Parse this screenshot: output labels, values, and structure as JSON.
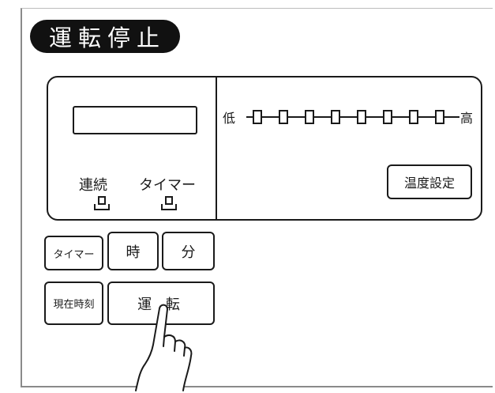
{
  "title": "運転停止",
  "panel": {
    "modes": [
      {
        "label": "連続"
      },
      {
        "label": "タイマー"
      }
    ],
    "level": {
      "low_label": "低",
      "high_label": "高",
      "steps": 8
    },
    "temp_button_label": "温度設定"
  },
  "buttons": {
    "timer": "タイマー",
    "hour": "時",
    "minute": "分",
    "clock": "現在時刻",
    "run": "運 転"
  },
  "icons": {
    "mode_lamps": "indicator-lamp-icon",
    "pointer": "pointing-hand-icon"
  }
}
